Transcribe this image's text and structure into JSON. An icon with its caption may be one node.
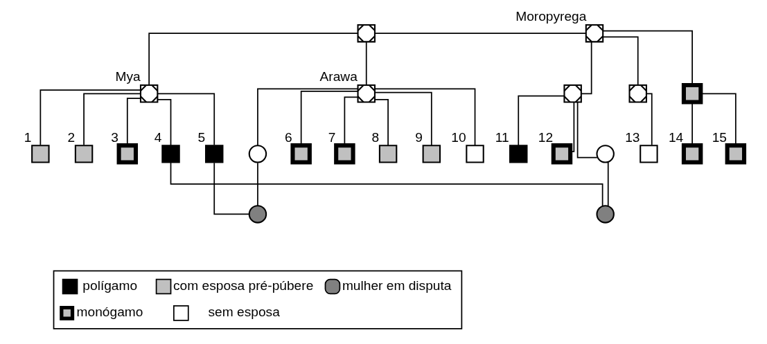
{
  "diagram": {
    "nodes": [
      {
        "text": [],
        "shape": "box"
      },
      {
        "text": [],
        "shape": "box",
        "beside": [
          "Moropyrega"
        ]
      },
      {
        "text": [],
        "shape": "box",
        "beside": [
          "Mya"
        ]
      },
      {
        "text": [],
        "shape": "box",
        "beside": [
          "Arawa"
        ]
      },
      {
        "text": [],
        "shape": "box"
      },
      {
        "text": [],
        "shape": "box"
      },
      {
        "text": [],
        "shape": "box"
      },
      {
        "text": [],
        "shape": "box",
        "beside": [
          "1"
        ]
      },
      {
        "text": [],
        "shape": "box",
        "beside": [
          "2"
        ]
      },
      {
        "text": [],
        "shape": "box",
        "beside": [
          "3"
        ]
      },
      {
        "text": [],
        "shape": "box",
        "beside": [
          "4"
        ]
      },
      {
        "text": [],
        "shape": "box",
        "beside": [
          "5"
        ]
      },
      {
        "text": [],
        "shape": "circle"
      },
      {
        "text": [],
        "shape": "box",
        "beside": [
          "6"
        ]
      },
      {
        "text": [],
        "shape": "box",
        "beside": [
          "7"
        ]
      },
      {
        "text": [],
        "shape": "box",
        "beside": [
          "8"
        ]
      },
      {
        "text": [],
        "shape": "box",
        "beside": [
          "9"
        ]
      },
      {
        "text": [],
        "shape": "box",
        "beside": [
          "10"
        ]
      },
      {
        "text": [],
        "shape": "box",
        "beside": [
          "11"
        ]
      },
      {
        "text": [],
        "shape": "box",
        "beside": [
          "12"
        ]
      },
      {
        "text": [],
        "shape": "circle"
      },
      {
        "text": [],
        "shape": "box",
        "beside": [
          "13"
        ]
      },
      {
        "text": [],
        "shape": "box",
        "beside": [
          "14"
        ]
      },
      {
        "text": [],
        "shape": "box",
        "beside": [
          "15"
        ]
      },
      {
        "text": [],
        "shape": "circle"
      },
      {
        "text": [],
        "shape": "circle"
      }
    ],
    "edges": [
      {
        "from": 0,
        "to": 1,
        "arrow": "none"
      },
      {
        "from": 0,
        "to": 2,
        "arrow": "none"
      },
      {
        "from": 0,
        "to": 3,
        "arrow": "none"
      },
      {
        "from": 1,
        "to": 4,
        "arrow": "none"
      },
      {
        "from": 1,
        "to": 5,
        "arrow": "none"
      },
      {
        "from": 1,
        "to": 6,
        "arrow": "none"
      },
      {
        "from": 2,
        "to": 7,
        "arrow": "none"
      },
      {
        "from": 2,
        "to": 8,
        "arrow": "none"
      },
      {
        "from": 2,
        "to": 9,
        "arrow": "none"
      },
      {
        "from": 2,
        "to": 10,
        "arrow": "none"
      },
      {
        "from": 2,
        "to": 11,
        "arrow": "none"
      },
      {
        "from": 3,
        "to": 12,
        "arrow": "none"
      },
      {
        "from": 3,
        "to": 13,
        "arrow": "none"
      },
      {
        "from": 3,
        "to": 14,
        "arrow": "none"
      },
      {
        "from": 3,
        "to": 15,
        "arrow": "none"
      },
      {
        "from": 3,
        "to": 16,
        "arrow": "none"
      },
      {
        "from": 3,
        "to": 17,
        "arrow": "none"
      },
      {
        "from": 4,
        "to": 18,
        "arrow": "none"
      },
      {
        "from": 4,
        "to": 19,
        "arrow": "none"
      },
      {
        "from": 4,
        "to": 20,
        "arrow": "none"
      },
      {
        "from": 5,
        "to": 21,
        "arrow": "none"
      },
      {
        "from": 6,
        "to": 22,
        "arrow": "none"
      },
      {
        "from": 6,
        "to": 23,
        "arrow": "none"
      },
      {
        "from": 12,
        "to": 24,
        "arrow": "none"
      },
      {
        "from": 20,
        "to": 25,
        "arrow": "none"
      },
      {
        "from": 24,
        "to": 11,
        "arrow": "none"
      },
      {
        "from": 25,
        "to": 10,
        "arrow": "none"
      }
    ],
    "legend": [
      {
        "text": "polígamo",
        "color": "#000000"
      },
      {
        "text": "com esposa pré-púbere",
        "color": "#c0c0c0"
      },
      {
        "text": "mulher em disputa"
      },
      {
        "text": "monógamo"
      },
      {
        "text": "sem esposa",
        "color": "#ffffff"
      }
    ]
  }
}
